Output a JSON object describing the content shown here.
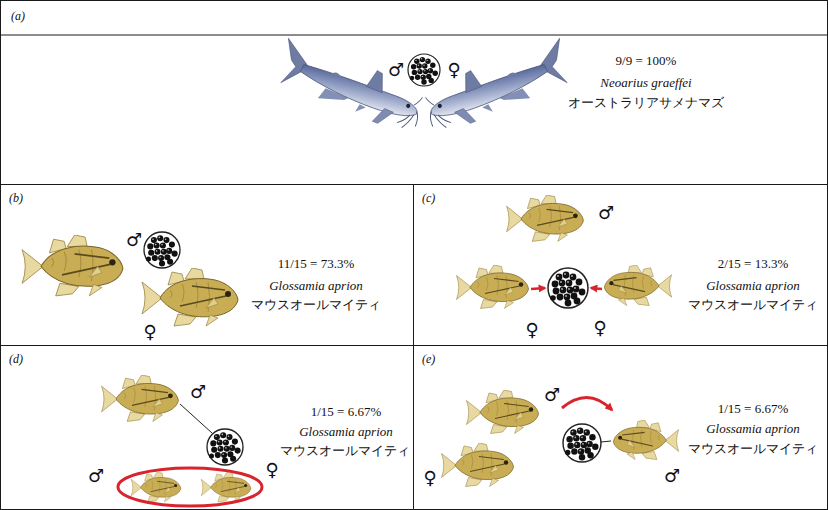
{
  "diagram": {
    "nodes": [
      {
        "text": [
          "(a)",
          "9/9 = 100%",
          "Neoarius graeffei",
          "オーストラリアサメナマズ"
        ]
      },
      {
        "text": [
          "(b)",
          "11/15 = 73.3%",
          "Glossamia aprion",
          "マウスオールマイティ"
        ]
      },
      {
        "text": [
          "(c)",
          "2/15 = 13.3%",
          "Glossamia aprion",
          "マウスオールマイティ"
        ]
      },
      {
        "text": [
          "(d)",
          "1/15 = 6.67%",
          "Glossamia aprion",
          "マウスオールマイティ"
        ]
      },
      {
        "text": [
          "(e)",
          "1/15 = 6.67%",
          "Glossamia aprion",
          "マウスオールマイティ"
        ]
      }
    ],
    "labels": [
      "♂",
      "♀",
      "♂",
      "♀",
      "♂",
      "♀",
      "♀",
      "♂",
      "♂",
      "♀",
      "♂",
      "♀",
      "♂"
    ]
  }
}
